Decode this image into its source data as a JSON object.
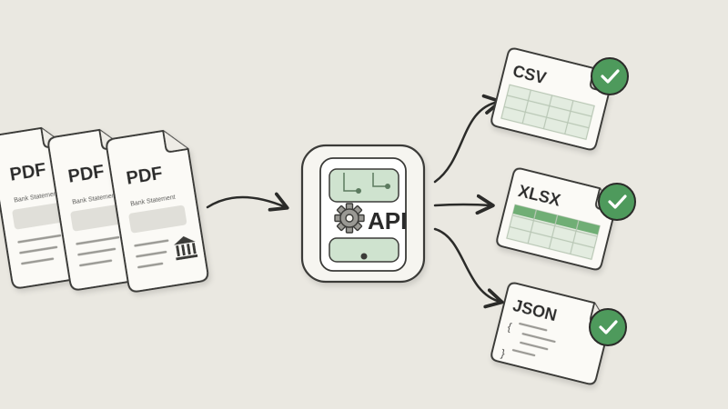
{
  "source_documents": [
    {
      "format_label": "PDF",
      "caption": "Bank Statement",
      "has_bank_icon": false
    },
    {
      "format_label": "PDF",
      "caption": "Bank Statement",
      "has_bank_icon": false
    },
    {
      "format_label": "PDF",
      "caption": "Bank Statement",
      "has_bank_icon": true
    }
  ],
  "api_box": {
    "label": "API",
    "icon": "gear-icon"
  },
  "outputs": [
    {
      "format_label": "CSV",
      "status_icon": "check-icon",
      "kind": "sheet"
    },
    {
      "format_label": "XLSX",
      "status_icon": "check-icon",
      "kind": "sheet"
    },
    {
      "format_label": "JSON",
      "status_icon": "check-icon",
      "kind": "code"
    }
  ],
  "colors": {
    "background": "#eae8e1",
    "paper": "#fbfaf6",
    "outline": "#3a3a38",
    "accent_green": "#4e9a5c",
    "light_green": "#cfe3cf",
    "arrow": "#2b2b29"
  }
}
